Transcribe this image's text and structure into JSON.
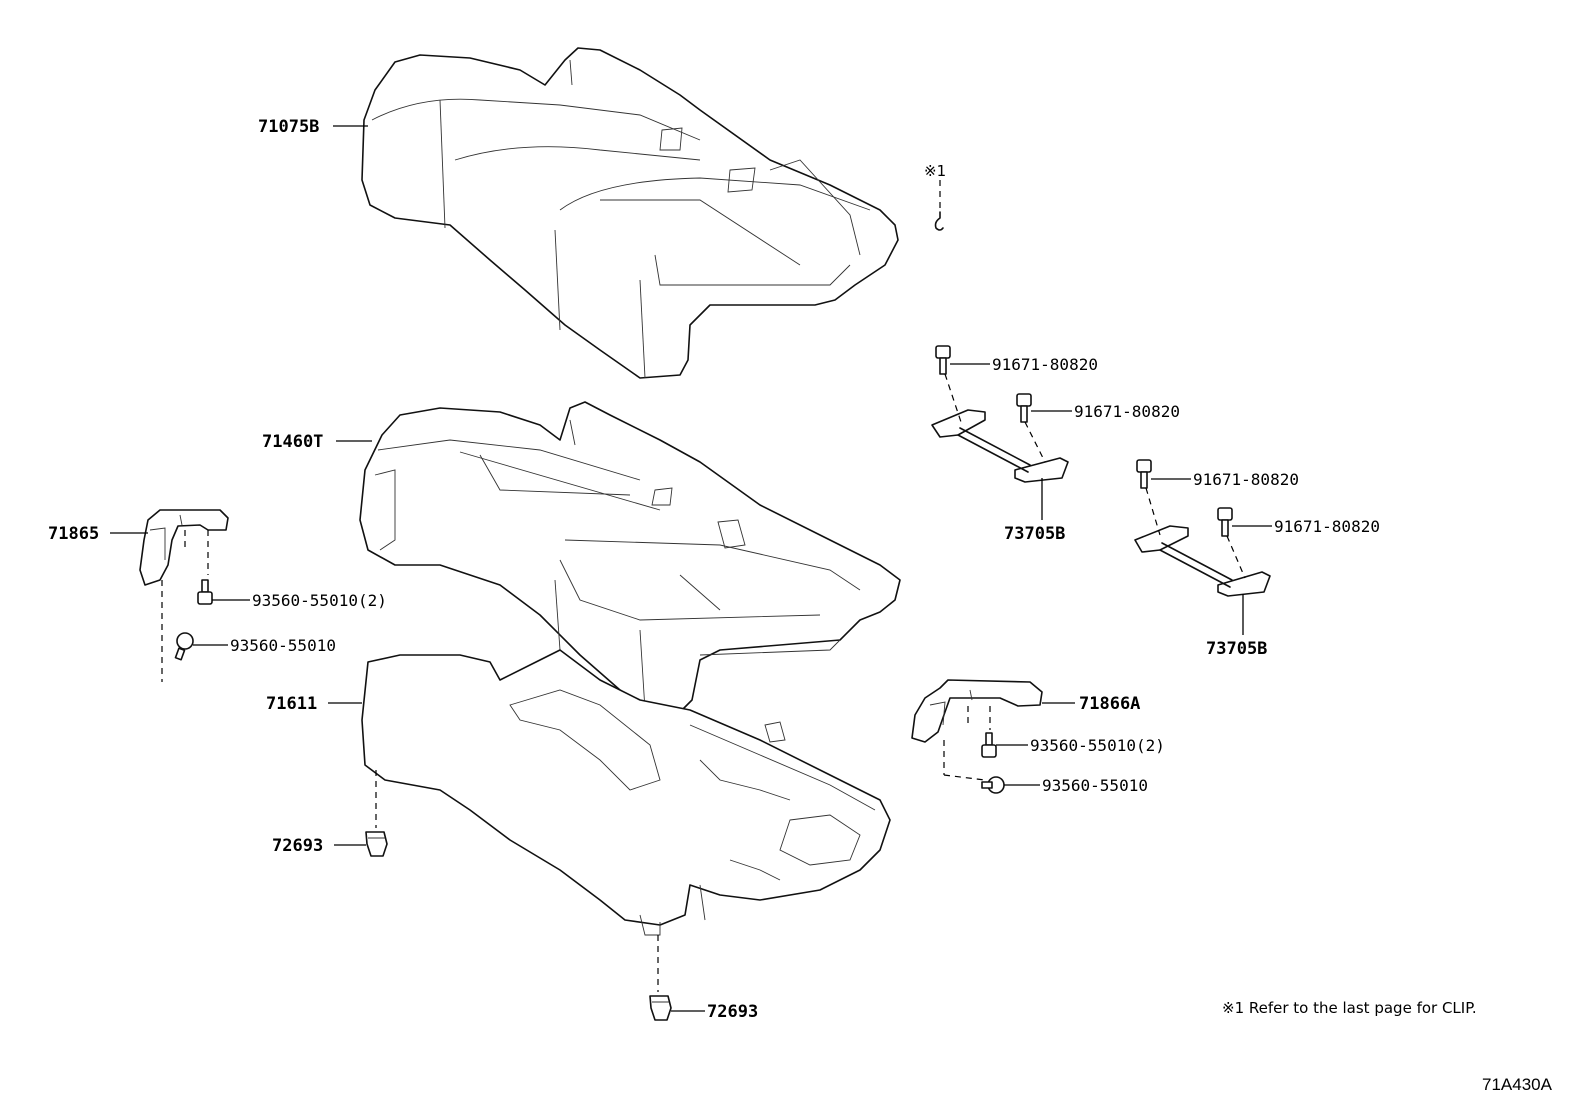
{
  "parts": {
    "seat_cushion_cover": "71075B",
    "seat_cushion_pad": "71460T",
    "cushion_frame": "71611",
    "hinge_cover_left": "71865",
    "hinge_cover_right": "71866A",
    "clip_left": "72693",
    "clip_bottom": "72693",
    "lock_striker_upper": "73705B",
    "lock_striker_lower": "73705B",
    "bolt_1": "91671-80820",
    "bolt_2": "91671-80820",
    "bolt_3": "91671-80820",
    "bolt_4": "91671-80820",
    "screw_left_upper": "93560-55010(2)",
    "screw_left_lower": "93560-55010",
    "screw_right_upper": "93560-55010(2)",
    "screw_right_lower": "93560-55010"
  },
  "note_marker": "※1",
  "footnote": "※1 Refer to the last page for CLIP.",
  "diagram_code": "71A430A"
}
